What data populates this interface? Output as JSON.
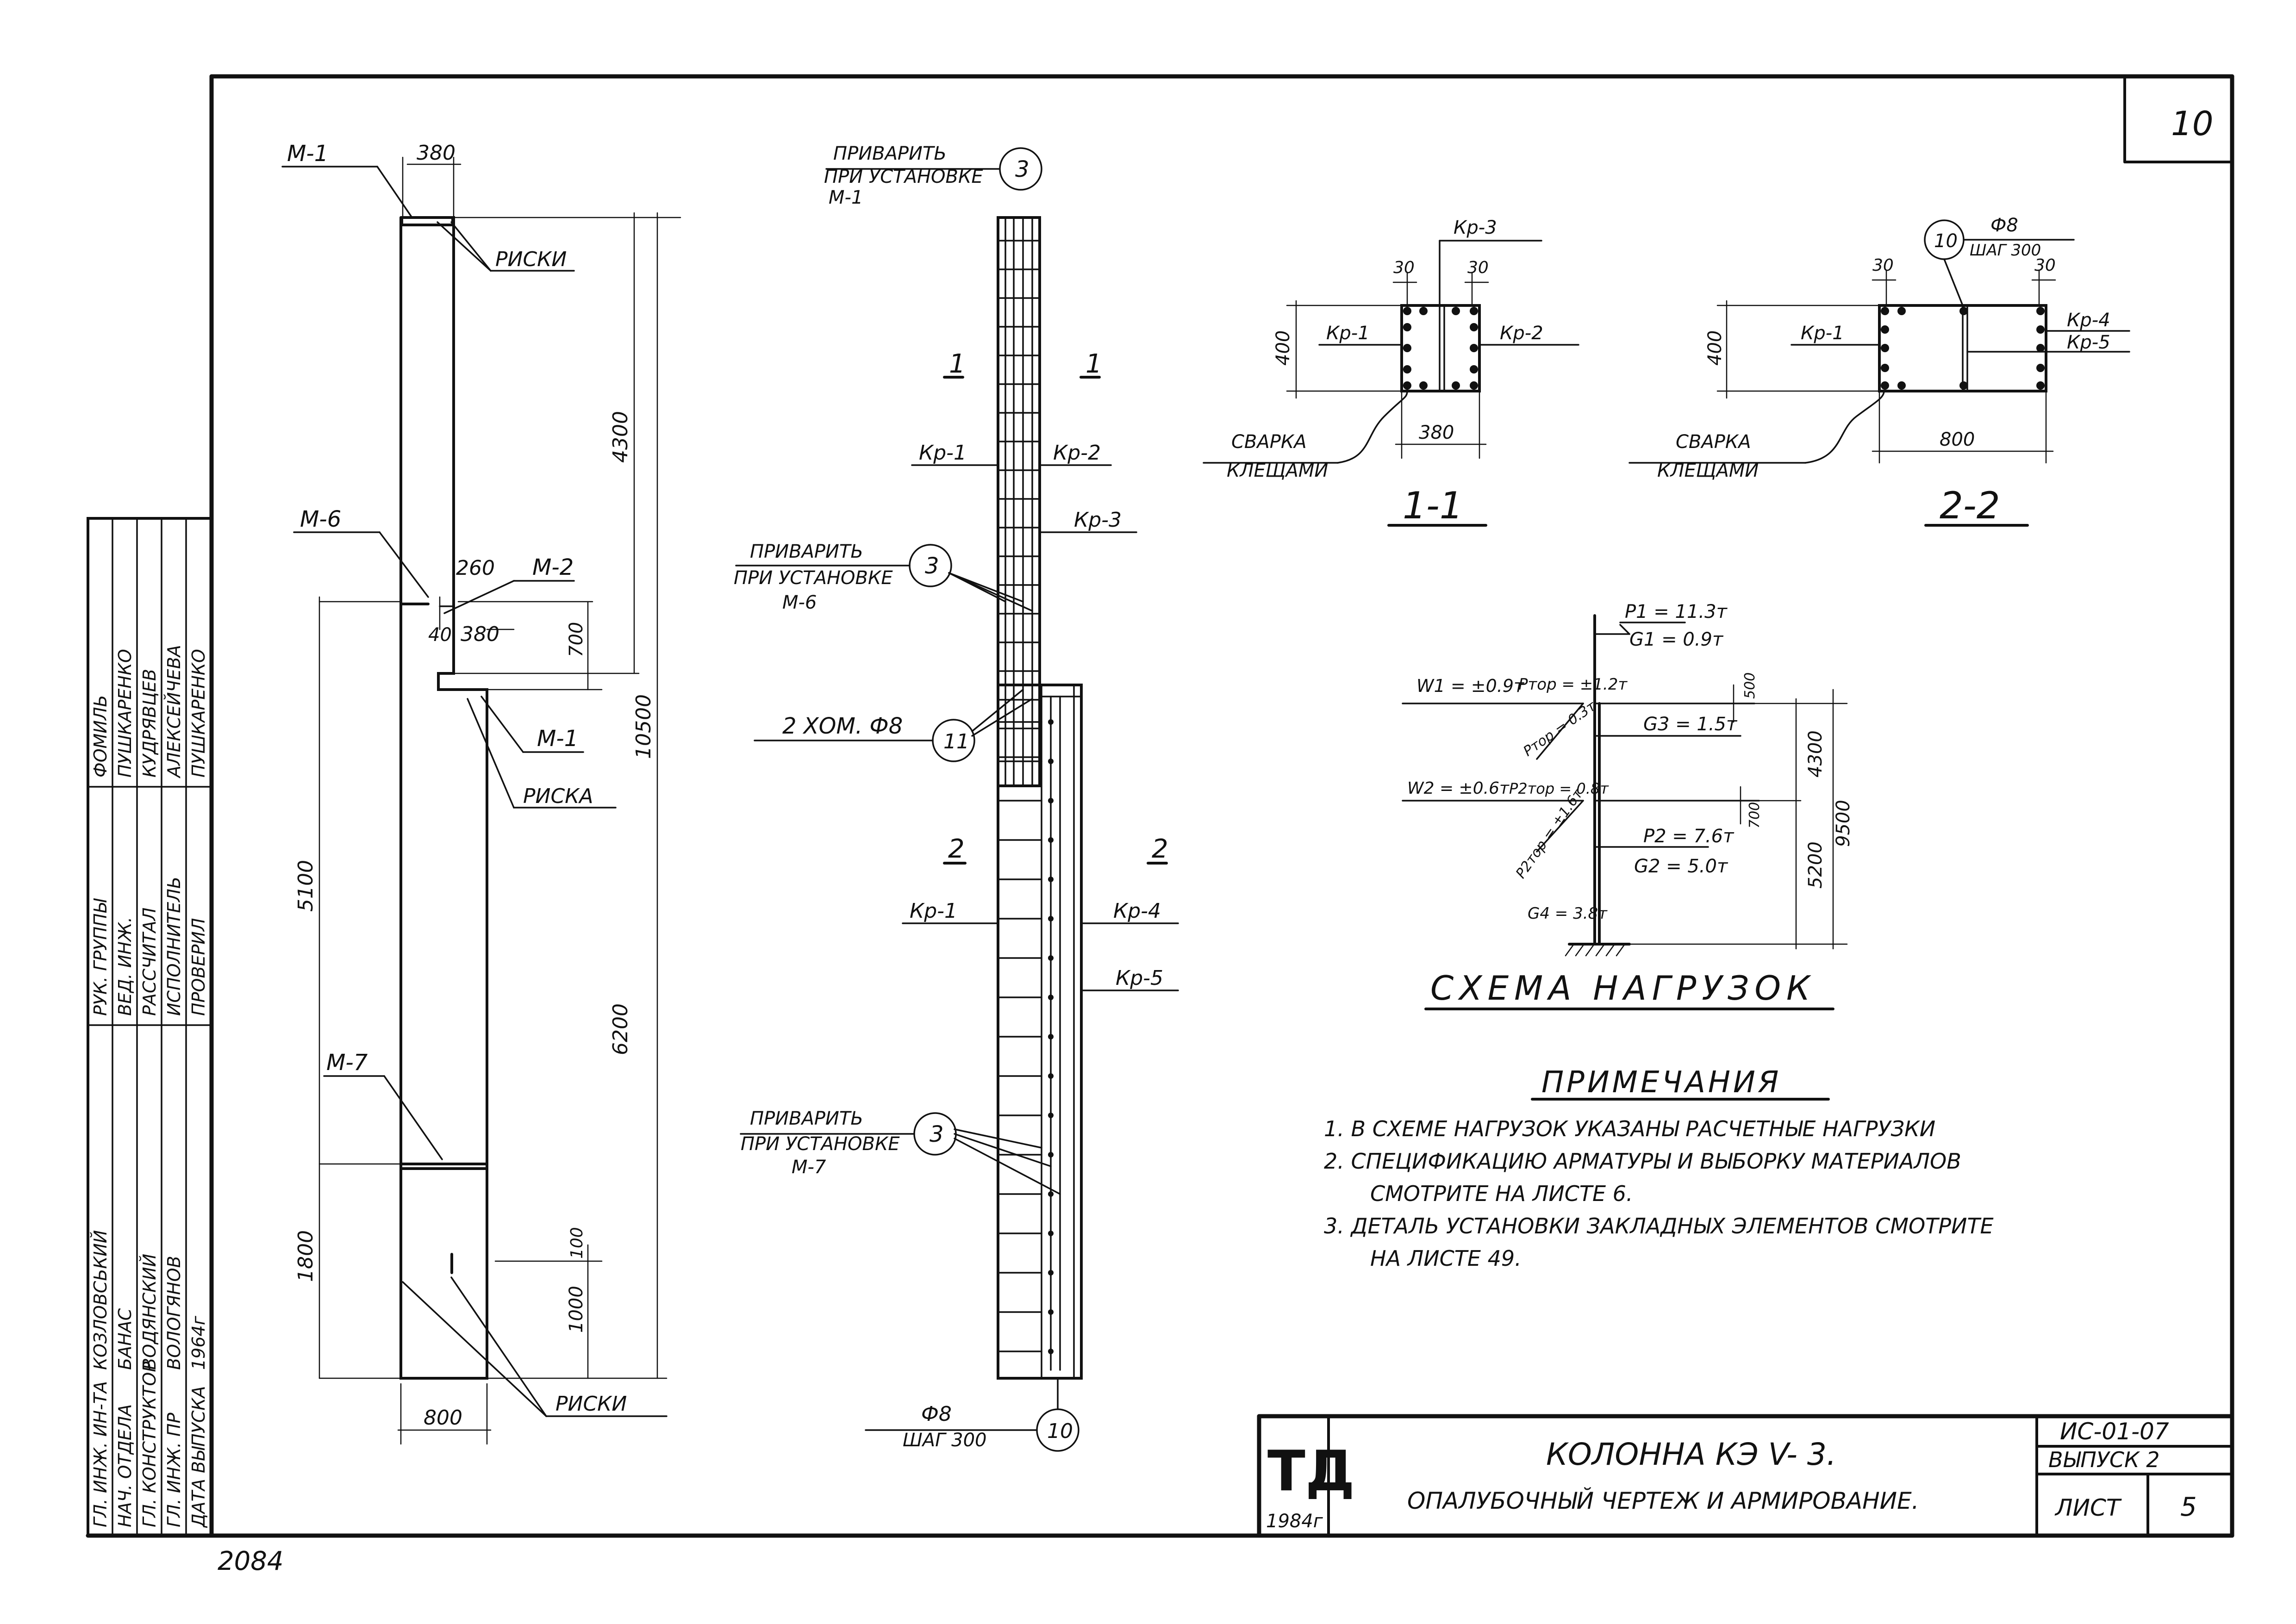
{
  "sheet_number": "10",
  "archive_number": "2084",
  "title_block": {
    "logo": "ТД",
    "logo_year": "1984г",
    "title": "КОЛОННА КЭ V- 3.",
    "subtitle": "ОПАЛУБОЧНЫЙ ЧЕРТЕЖ И АРМИРОВАНИЕ.",
    "code": "ИС-01-07",
    "issue": "ВЫПУСК 2",
    "sheet_label": "ЛИСТ",
    "sheet_value": "5"
  },
  "stamp_rows": [
    {
      "role": "ГЛ. ИНЖ. ИН-ТА",
      "name": "КОЗЛОВСЬКИЙ"
    },
    {
      "role": "НАЧ. ОТДЕЛА",
      "name": "БАНАС"
    },
    {
      "role": "ГЛ. КОНСТРУКТОР",
      "name": "ВОДЯНСКИЙ"
    },
    {
      "role": "ГЛ. ИНЖ. ПР",
      "name": "ВОЛОГЯНОВ"
    },
    {
      "role": "ДАТА ВЫПУСКА",
      "name": "1964г"
    },
    {
      "role": "РУК. ГРУППЫ",
      "name": "ФОМИЛЬ"
    },
    {
      "role": "ВЕД. ИНЖ.",
      "name": "ПУШКАРЕНКО"
    },
    {
      "role": "РАССЧИТАЛ",
      "name": "КУДРЯВЦЕВ"
    },
    {
      "role": "ИСПОЛНИТЕЛЬ",
      "name": "АЛЕКСЕЙЧЕВА"
    },
    {
      "role": "ПРОВЕРИЛ",
      "name": "ПУШКАРЕНКО"
    }
  ],
  "formwork": {
    "labels": {
      "m1_top": "М-1",
      "m6": "М-6",
      "m2": "М-2",
      "m1_mid": "М-1",
      "m7": "М-7",
      "riski_top": "РИСКИ",
      "riska_mid": "РИСКА",
      "riski_bottom": "РИСКИ"
    },
    "dims": {
      "w_top": "380",
      "w_mid1": "260",
      "w_mid2": "380",
      "gap": "40",
      "h_4300": "4300",
      "h_700": "700",
      "h_10500": "10500",
      "h_6200": "6200",
      "h_5100": "5100",
      "h_1800": "1800",
      "h_100": "100",
      "h_1000": "1000",
      "w_bottom": "800"
    }
  },
  "reinforcement": {
    "weld_top": [
      "ПРИВАРИТЬ",
      "ПРИ УСТАНОВКЕ",
      "М-1"
    ],
    "weld_mid": [
      "ПРИВАРИТЬ",
      "ПРИ УСТАНОВКЕ",
      "М-6"
    ],
    "weld_low": [
      "ПРИВАРИТЬ",
      "ПРИ УСТАНОВКЕ",
      "М-7"
    ],
    "callouts": {
      "c3a": "3",
      "c3b": "3",
      "c3c": "3",
      "c11": "11",
      "c10": "10"
    },
    "clamp_text": "2 ХОМ. Ф8",
    "bottom_bar": [
      "Ф8",
      "ШАГ 300"
    ],
    "section_marks": {
      "s1": "1",
      "s2": "2"
    },
    "cages": {
      "kr1_upper": "Кр-1",
      "kr2": "Кр-2",
      "kr3": "Кр-3",
      "kr1_lower": "Кр-1",
      "kr4": "Кр-4",
      "kr5": "Кр-5"
    }
  },
  "section_1_1": {
    "title": "1-1",
    "kr1": "Кр-1",
    "kr2": "Кр-2",
    "kr3": "Кр-3",
    "cover_left": "30",
    "cover_right": "30",
    "height": "400",
    "width": "380",
    "weld_note": [
      "СВАРКА",
      "КЛЕЩАМИ"
    ]
  },
  "section_2_2": {
    "title": "2-2",
    "kr1": "Кр-1",
    "kr4": "Кр-4",
    "kr5": "Кр-5",
    "cover_left": "30",
    "cover_right": "30",
    "height": "400",
    "width": "800",
    "callout": "10",
    "bar": "Ф8",
    "pitch": "ШАГ 300",
    "weld_note": [
      "СВАРКА",
      "КЛЕЩАМИ"
    ]
  },
  "load_scheme": {
    "title": "СХЕМА НАГРУЗОК",
    "p1": "P1 = 11.3т",
    "g1": "G1 = 0.9т",
    "w1": "W1 = ±0.9т",
    "p_top": "Pтор = ±1.2т",
    "p_small": "Pтор = 0.3т",
    "g3": "G3 = 1.5т",
    "w2": "W2 = ±0.6т",
    "p2_top": "P2тор = 0.8т",
    "p2_long": "P2тор = ±1.6т",
    "p2": "P2 = 7.6т",
    "g2": "G2 = 5.0т",
    "g4": "G4 = 3.8т",
    "dims": {
      "d500": "500",
      "d4300": "4300",
      "d9500": "9500",
      "d700": "700",
      "d5200": "5200"
    }
  },
  "notes": {
    "title": "ПРИМЕЧАНИЯ",
    "items": [
      "1. В СХЕМЕ НАГРУЗОК УКАЗАНЫ РАСЧЕТНЫЕ НАГРУЗКИ",
      "2. СПЕЦИФИКАЦИЮ АРМАТУРЫ И ВЫБОРКУ МАТЕРИАЛОВ",
      "СМОТРИТЕ НА ЛИСТЕ 6.",
      "3. ДЕТАЛЬ УСТАНОВКИ ЗАКЛАДНЫХ ЭЛЕМЕНТОВ СМОТРИТЕ",
      "НА ЛИСТЕ 49."
    ]
  }
}
